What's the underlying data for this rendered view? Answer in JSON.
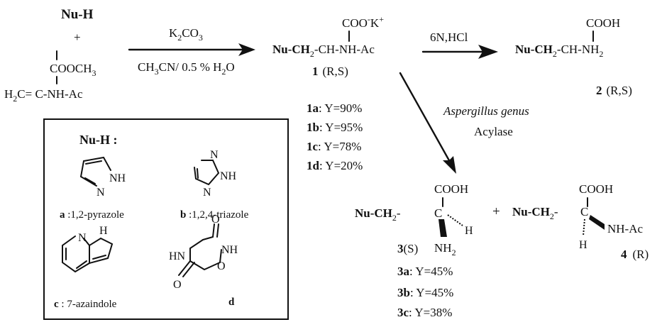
{
  "start": {
    "nuh": "Nu-H",
    "plus": "+",
    "ester": "COOCH",
    "ester_sub": "3",
    "h2c": "H",
    "h2c_sub": "2",
    "alkene_rest": "C= C-NH-Ac"
  },
  "step1": {
    "reagent_a": "K",
    "reagent_a_sub": "2",
    "reagent_b": "CO",
    "reagent_b_sub": "3",
    "solvent": "CH",
    "solvent_sub": "3",
    "solvent_rest": "CN/ 0.5 % H",
    "solvent_sub2": "2",
    "solvent_end": "O"
  },
  "product1": {
    "carboxylate": "COO",
    "carboxylate_sup": "-",
    "counterion": "K",
    "counterion_sup": "+",
    "nu": "Nu-CH",
    "nu_sub": "2",
    "chain": "-CH-NH-Ac",
    "label": "1",
    "config": "(R,S)",
    "yields": [
      {
        "id": "1a",
        "text": ": Y=90%"
      },
      {
        "id": "1b",
        "text": ": Y=95%"
      },
      {
        "id": "1c",
        "text": ":  Y=78%"
      },
      {
        "id": "1d",
        "text": ":  Y=20%"
      }
    ]
  },
  "step2": {
    "reagent": "6N,HCl"
  },
  "product2": {
    "acid": "COOH",
    "nu": "Nu-CH",
    "nu_sub": "2",
    "chain": "-CH-NH",
    "chain_sub": "2",
    "label": "2",
    "config": "(R,S)"
  },
  "step3": {
    "enzyme_source": "Aspergillus genus",
    "enzyme": "Acylase"
  },
  "product3": {
    "acid": "COOH",
    "nu": "Nu-CH",
    "nu_sub": "2",
    "dash": "-",
    "carbon": "C",
    "h": "H",
    "amine": "NH",
    "amine_sub": "2",
    "label": "3",
    "config": "(S)",
    "yields": [
      {
        "id": "3a",
        "text": ": Y=45%"
      },
      {
        "id": "3b",
        "text": ": Y=45%"
      },
      {
        "id": "3c",
        "text": ":  Y=38%"
      }
    ]
  },
  "plus2": "+",
  "product4": {
    "acid": "COOH",
    "nu": "Nu-CH",
    "nu_sub": "2",
    "dash": "-",
    "carbon": "C",
    "amide": "NH-Ac",
    "h": "H",
    "label": "4",
    "config": "(R)"
  },
  "nucleophiles": {
    "title": "Nu-H :",
    "a": {
      "letter": "a",
      "name": " :1,2-pyrazole",
      "nh": "NH",
      "n": "N"
    },
    "b": {
      "letter": "b",
      "name": " :1,2,4-triazole",
      "nh": "NH",
      "n1": "N",
      "n2": "N"
    },
    "c": {
      "letter": "c",
      "name": " : 7-azaindole",
      "n": "N",
      "h": "H"
    },
    "d": {
      "letter": "d",
      "hn": "HN",
      "nh": "NH",
      "o_ring": "O",
      "o1": "O",
      "o2": "O"
    }
  }
}
